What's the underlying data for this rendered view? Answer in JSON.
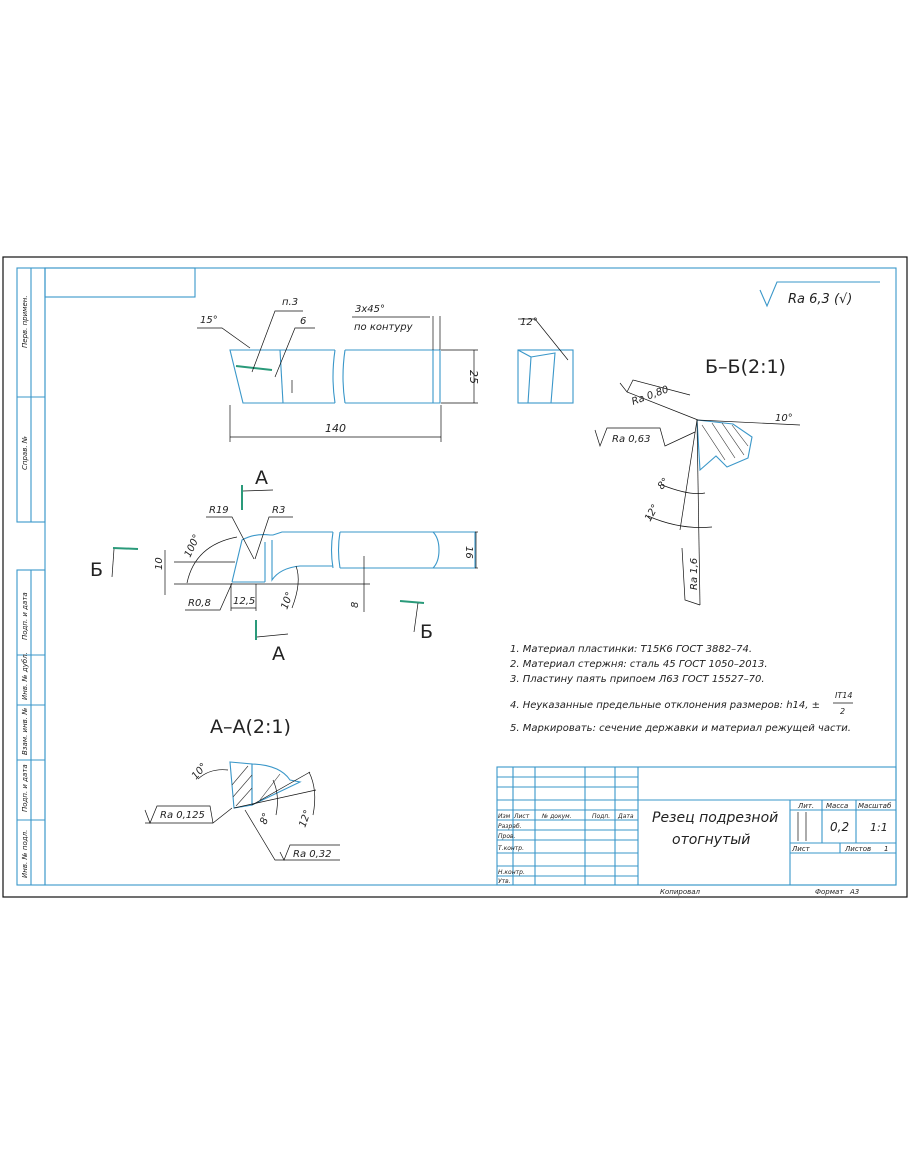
{
  "side_strip": [
    "Перв. примен.",
    "Справ. №",
    "Подп. и дата",
    "Инв. № дубл.",
    "Взам. инв. №",
    "Подп. и дата",
    "Инв. № подл."
  ],
  "roughness_general": "Ra 6,3 (√)",
  "front_view": {
    "angle_15": "15°",
    "note_p3": "п.3",
    "dim_6": "6",
    "chamfer": "3x45°",
    "chamfer_note": "по контуру",
    "length": "140",
    "height": "25"
  },
  "end_view": {
    "angle": "12°"
  },
  "section_bb": {
    "title": "Б–Б(2:1)",
    "ra_080": "Ra 0,80",
    "ra_063": "Ra 0,63",
    "ra_16": "Ra 1,6",
    "angle_10": "10°",
    "angle_8": "8°",
    "angle_12": "12°"
  },
  "plan_view": {
    "cut_a_top": "А",
    "cut_a_bottom": "А",
    "cut_b_left": "Б",
    "cut_b_right": "Б",
    "r19": "R19",
    "r3": "R3",
    "angle_100": "100°",
    "dim_10": "10",
    "r08": "R0,8",
    "dim_125": "12,5",
    "angle_10": "10°",
    "dim_8": "8",
    "dim_16": "16"
  },
  "section_aa": {
    "title": "А–А(2:1)",
    "angle_10": "10°",
    "angle_8": "8°",
    "angle_12": "12°",
    "ra_0125": "Ra 0,125",
    "ra_032": "Ra 0,32"
  },
  "notes": [
    "1. Материал пластинки: Т15К6 ГОСТ 3882–74.",
    "2. Материал стержня: сталь 45 ГОСТ 1050–2013.",
    "3. Пластину паять припоем Л63 ГОСТ 15527–70.",
    "4. Неуказанные предельные отклонения размеров: h14, ±",
    "5. Маркировать: сечение державки и материал режущей части."
  ],
  "note4_fraction": {
    "num": "IT14",
    "den": "2"
  },
  "title_block": {
    "headers": [
      "Изм",
      "Лист",
      "№ докум.",
      "Подп.",
      "Дата"
    ],
    "roles": [
      "Разраб.",
      "Пров.",
      "Т.контр.",
      "Н.контр.",
      "Утв."
    ],
    "name_line1": "Резец подрезной",
    "name_line2": "отогнутый",
    "lit_label": "Лит.",
    "mass_label": "Масса",
    "scale_label": "Масштаб",
    "mass": "0,2",
    "scale": "1:1",
    "sheet_label": "Лист",
    "sheets_label": "Листов",
    "sheets": "1",
    "copied": "Копировал",
    "format_label": "Формат",
    "format": "А3"
  }
}
